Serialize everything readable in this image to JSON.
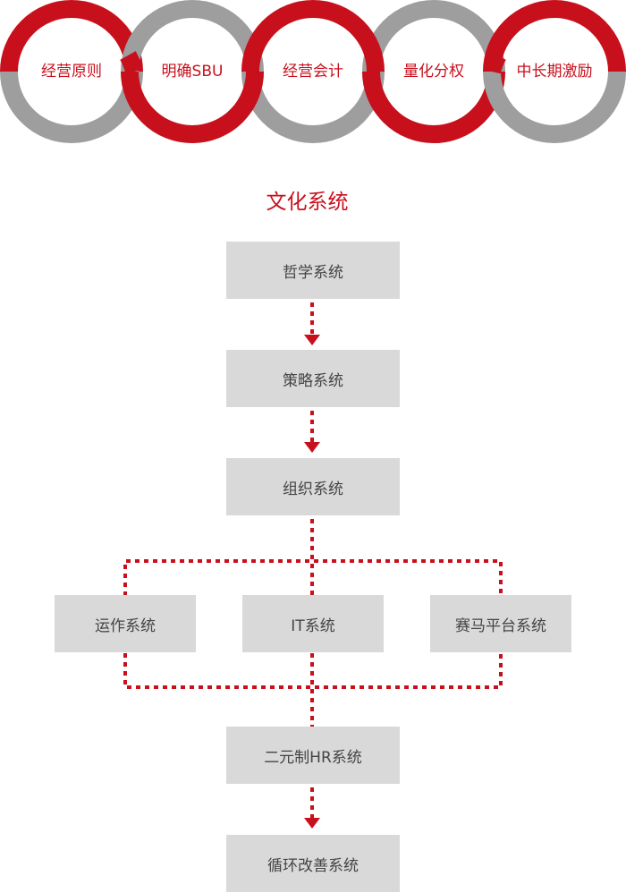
{
  "principles": {
    "items": [
      {
        "label": "经营原则",
        "color": "red"
      },
      {
        "label": "明确SBU",
        "color": "gray"
      },
      {
        "label": "经营会计",
        "color": "red"
      },
      {
        "label": "量化分权",
        "color": "gray"
      },
      {
        "label": "中长期激励",
        "color": "red"
      }
    ]
  },
  "colors": {
    "red": "#c8101d",
    "gray": "#9e9e9e",
    "box": "#d9d9d9",
    "text": "#444444"
  },
  "flow": {
    "title": "文化系统",
    "philosophy": "哲学系统",
    "strategy": "策略系统",
    "organization": "组织系统",
    "operation": "运作系统",
    "it": "IT系统",
    "racing_platform": "赛马平台系统",
    "hr": "二元制HR系统",
    "improvement": "循环改善系统"
  }
}
